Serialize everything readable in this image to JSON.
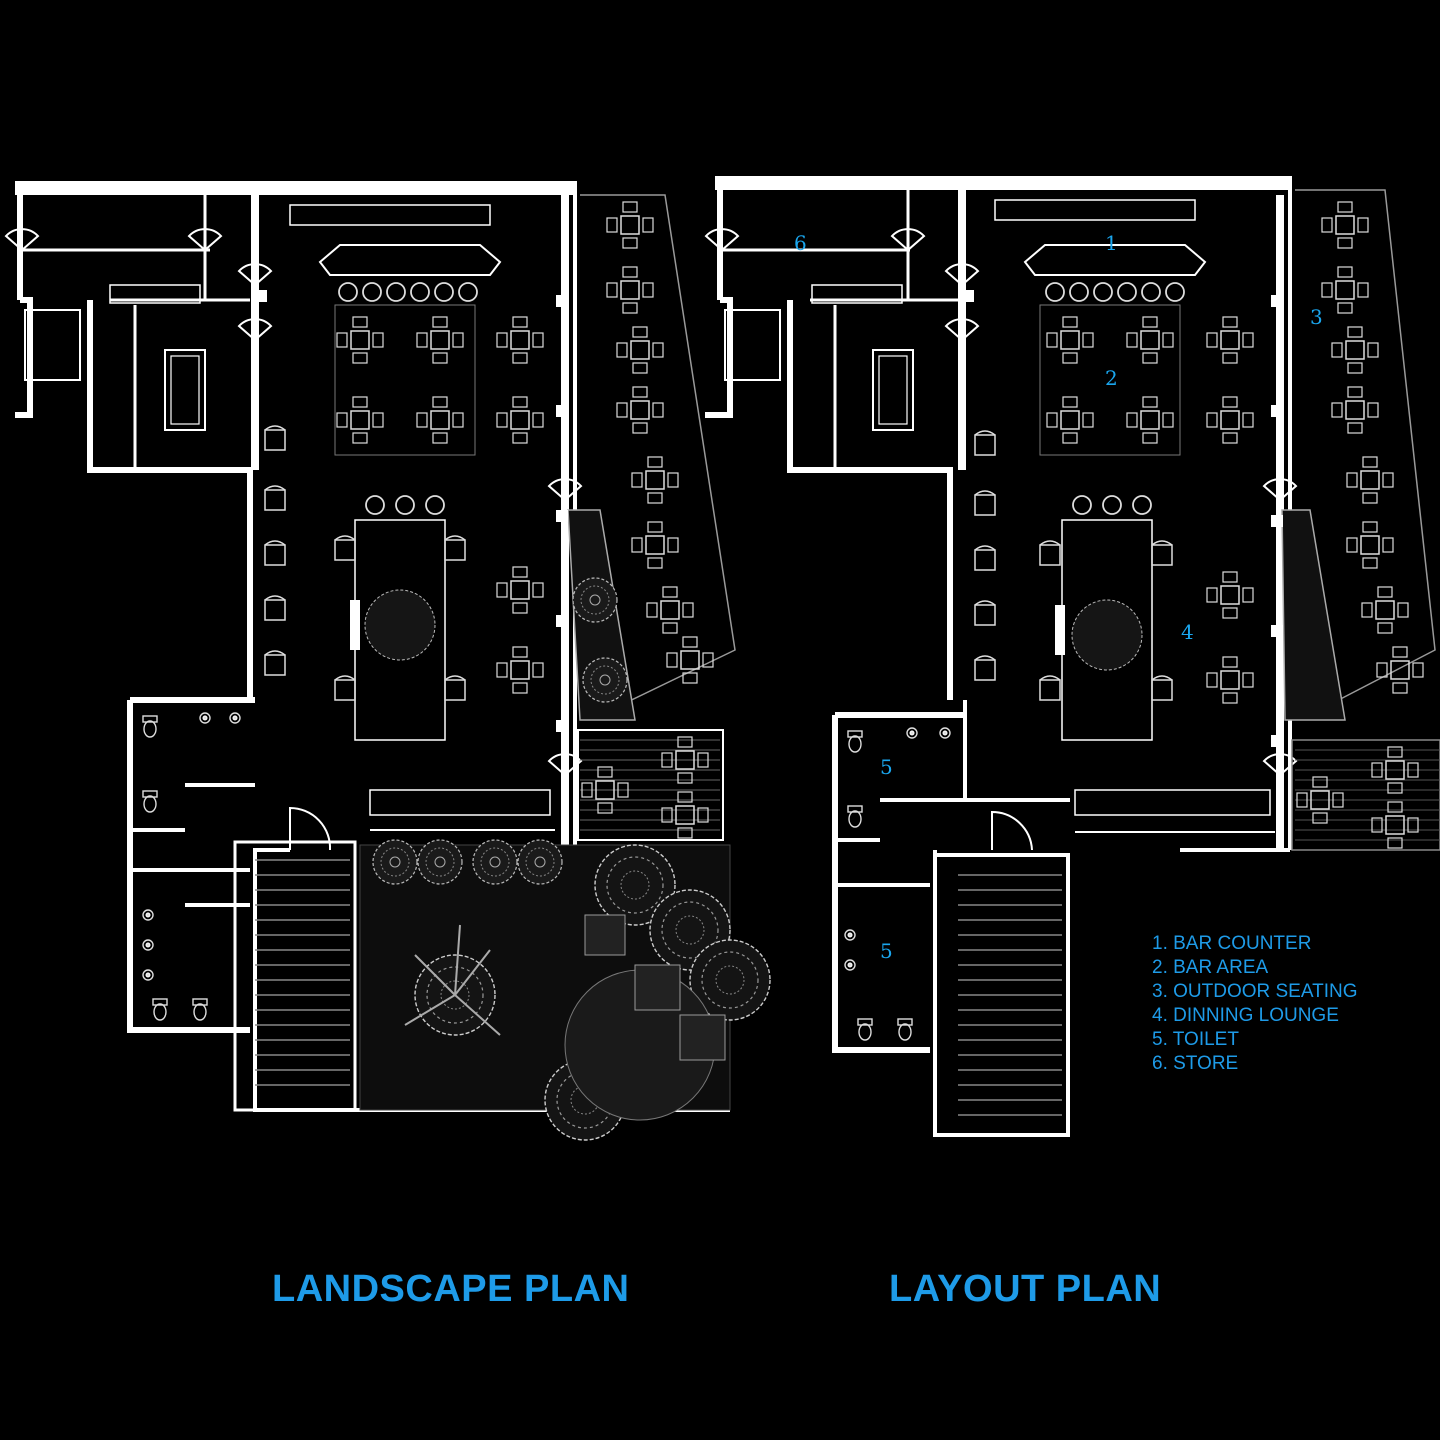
{
  "colors": {
    "background": "#000000",
    "linework": "#ffffff",
    "label_blue": "#1e9be8",
    "room_number_blue": "#1aa6ee",
    "planting_gray": "#9a9a9a"
  },
  "plans": {
    "landscape": {
      "title": "LANDSCAPE PLAN"
    },
    "layout": {
      "title": "LAYOUT PLAN",
      "room_numbers": [
        "1",
        "2",
        "3",
        "4",
        "5",
        "5",
        "6"
      ]
    }
  },
  "legend": {
    "items": [
      "1. BAR COUNTER",
      "2. BAR AREA",
      "3. OUTDOOR SEATING",
      "4. DINNING LOUNGE",
      "5. TOILET",
      "6. STORE"
    ]
  }
}
